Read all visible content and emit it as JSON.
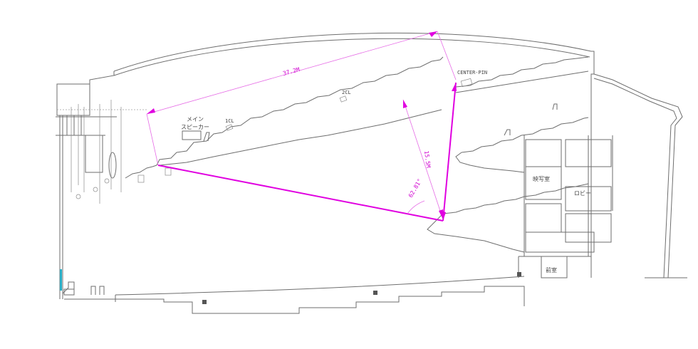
{
  "labels": {
    "main_speaker": "メイン\nスピーカー",
    "cl1": "1CL",
    "cl2": "2CL",
    "center_pin": "CENTER-PIN",
    "projection_room": "映写室",
    "lobby": "ロビー",
    "front_room": "前室"
  },
  "dimensions": {
    "distance_label": "37.2M",
    "height_label": "15.5M",
    "angle_label": "62.81°"
  },
  "colors": {
    "line": "#6e6e6e",
    "accent": "#e000e0",
    "cyan": "#2ab0c8",
    "dark_fill": "#555555"
  }
}
